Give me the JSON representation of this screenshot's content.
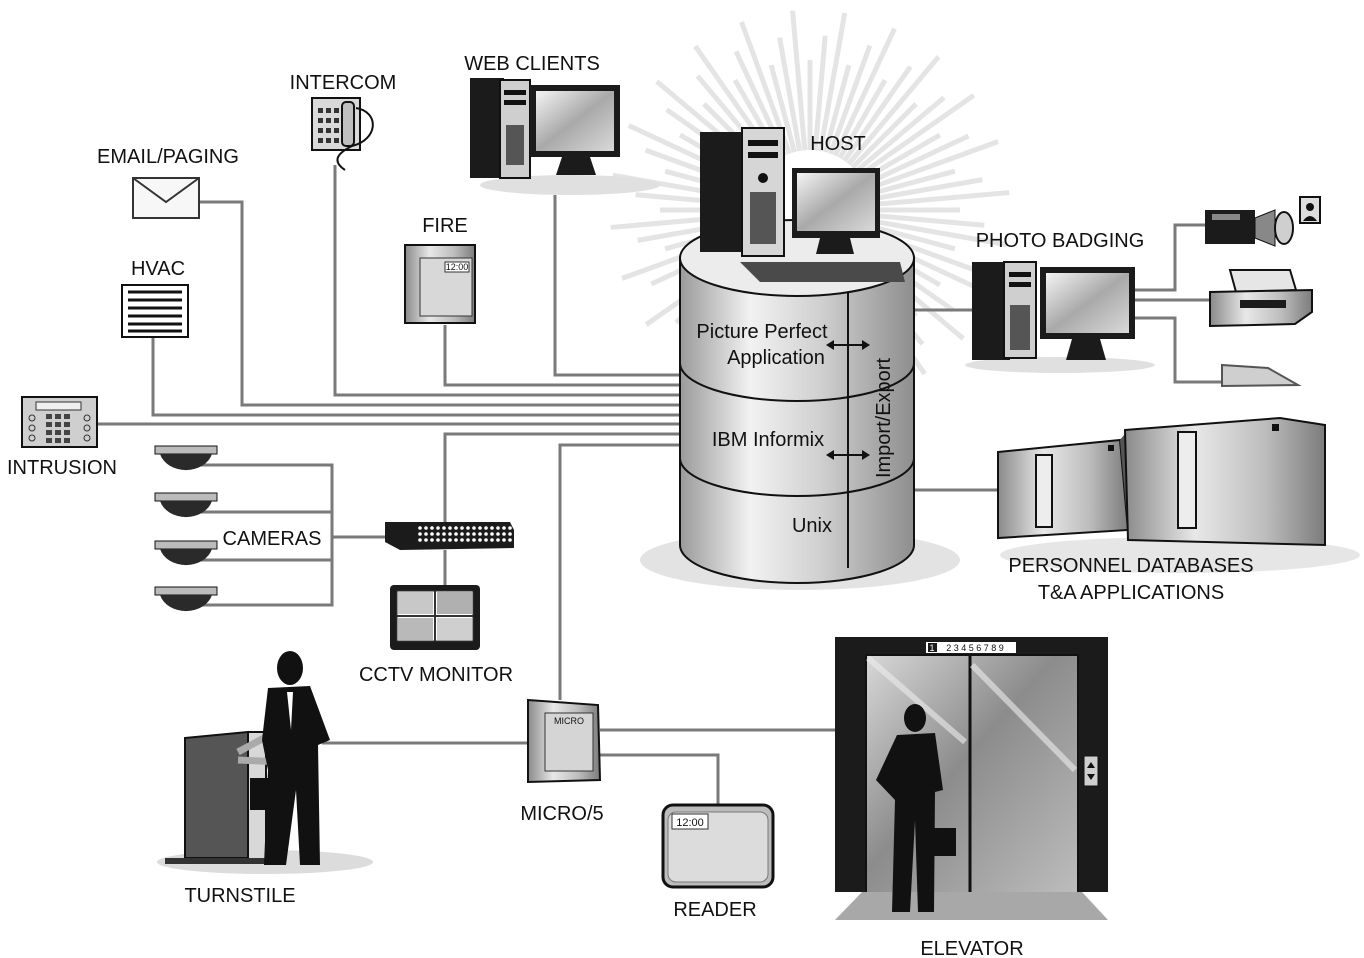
{
  "labels": {
    "intercom": "INTERCOM",
    "web_clients": "WEB CLIENTS",
    "email_paging": "EMAIL/PAGING",
    "host": "HOST",
    "fire": "FIRE",
    "hvac": "HVAC",
    "photo_badging": "PHOTO BADGING",
    "intrusion": "INTRUSION",
    "cameras": "CAMERAS",
    "cctv_monitor": "CCTV MONITOR",
    "personnel_db_line1": "PERSONNEL DATABASES",
    "personnel_db_line2": "T&A APPLICATIONS",
    "micro5": "MICRO/5",
    "turnstile": "TURNSTILE",
    "reader": "READER",
    "elevator": "ELEVATOR"
  },
  "cylinder": {
    "layer1_line1": "Picture Perfect",
    "layer1_line2": "Application",
    "layer2": "IBM Informix",
    "layer3": "Unix",
    "side": "Import/Export"
  },
  "device_text": {
    "fire_panel_clock": "12:00",
    "reader_clock": "12:00",
    "micro_panel": "MICRO",
    "elevator_floor_1": "1",
    "elevator_floors": "2 3 4 5 6 7 8 9"
  }
}
